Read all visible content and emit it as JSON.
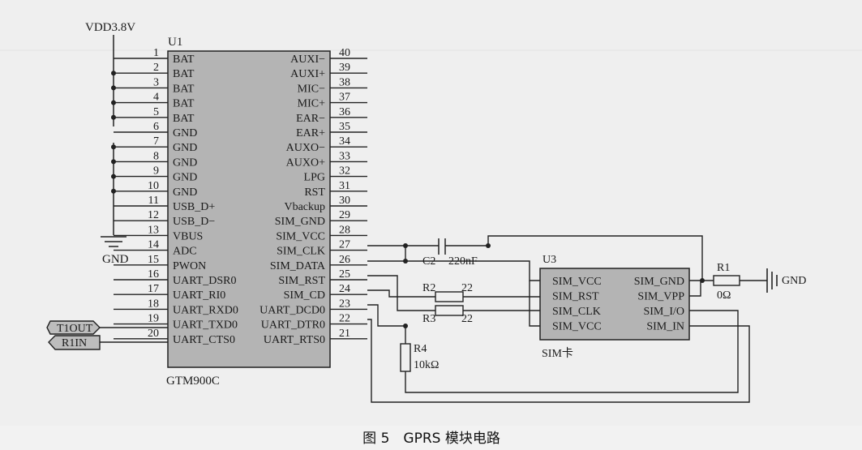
{
  "caption": "图 5　GPRS 模块电路",
  "power_label": "VDD3.8V",
  "ground_label": "GND",
  "u1": {
    "ref": "U1",
    "part": "GTM900C",
    "left_pins": [
      {
        "num": "1",
        "name": "BAT"
      },
      {
        "num": "2",
        "name": "BAT"
      },
      {
        "num": "3",
        "name": "BAT"
      },
      {
        "num": "4",
        "name": "BAT"
      },
      {
        "num": "5",
        "name": "BAT"
      },
      {
        "num": "6",
        "name": "GND"
      },
      {
        "num": "7",
        "name": "GND"
      },
      {
        "num": "8",
        "name": "GND"
      },
      {
        "num": "9",
        "name": "GND"
      },
      {
        "num": "10",
        "name": "GND"
      },
      {
        "num": "11",
        "name": "USB_D+"
      },
      {
        "num": "12",
        "name": "USB_D−"
      },
      {
        "num": "13",
        "name": "VBUS"
      },
      {
        "num": "14",
        "name": "ADC"
      },
      {
        "num": "15",
        "name": "PWON"
      },
      {
        "num": "16",
        "name": "UART_DSR0"
      },
      {
        "num": "17",
        "name": "UART_RI0"
      },
      {
        "num": "18",
        "name": "UART_RXD0"
      },
      {
        "num": "19",
        "name": "UART_TXD0"
      },
      {
        "num": "20",
        "name": "UART_CTS0"
      }
    ],
    "right_pins": [
      {
        "num": "40",
        "name": "AUXI−"
      },
      {
        "num": "39",
        "name": "AUXI+"
      },
      {
        "num": "38",
        "name": "MIC−"
      },
      {
        "num": "37",
        "name": "MIC+"
      },
      {
        "num": "36",
        "name": "EAR−"
      },
      {
        "num": "35",
        "name": "EAR+"
      },
      {
        "num": "34",
        "name": "AUXO−"
      },
      {
        "num": "33",
        "name": "AUXO+"
      },
      {
        "num": "32",
        "name": "LPG"
      },
      {
        "num": "31",
        "name": "RST"
      },
      {
        "num": "30",
        "name": "Vbackup"
      },
      {
        "num": "29",
        "name": "SIM_GND"
      },
      {
        "num": "28",
        "name": "SIM_VCC"
      },
      {
        "num": "27",
        "name": "SIM_CLK"
      },
      {
        "num": "26",
        "name": "SIM_DATA"
      },
      {
        "num": "25",
        "name": "SIM_RST"
      },
      {
        "num": "24",
        "name": "SIM_CD"
      },
      {
        "num": "23",
        "name": "UART_DCD0"
      },
      {
        "num": "22",
        "name": "UART_DTR0"
      },
      {
        "num": "21",
        "name": "UART_RTS0"
      }
    ]
  },
  "u3": {
    "ref": "U3",
    "part": "SIM卡",
    "left_pins": [
      "SIM_VCC",
      "SIM_RST",
      "SIM_CLK",
      "SIM_VCC"
    ],
    "right_pins": [
      "SIM_GND",
      "SIM_VPP",
      "SIM_I/O",
      "SIM_IN"
    ]
  },
  "c2": {
    "ref": "C2",
    "value": "220nF"
  },
  "r1": {
    "ref": "R1",
    "value": "0Ω"
  },
  "r2": {
    "ref": "R2",
    "value": "22"
  },
  "r3": {
    "ref": "R3",
    "value": "22"
  },
  "r4": {
    "ref": "R4",
    "value": "10kΩ"
  },
  "net_t1out": "T1OUT",
  "net_r1in": "R1IN",
  "gnd_right": "GND"
}
